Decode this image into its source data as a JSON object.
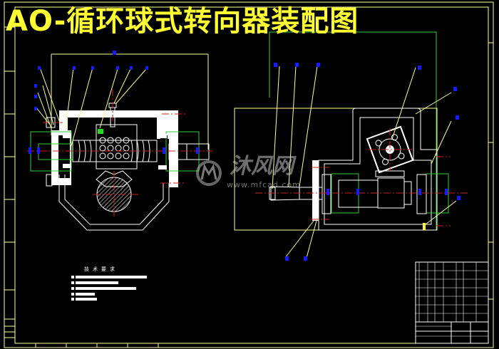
{
  "drawing": {
    "title": "AO-循环球式转向器装配图",
    "technical_requirements_heading": "技术要求",
    "watermark": {
      "name": "沐风网",
      "url": "www.mfcad.com"
    },
    "colors": {
      "background": "#000000",
      "title": "#ffff33",
      "outline": "#ffffff",
      "frame": "#ffff99",
      "leader": "#ffff99",
      "centerline": "#cc2222",
      "green": "#33cc33",
      "balloon": "#1a1aff"
    }
  }
}
